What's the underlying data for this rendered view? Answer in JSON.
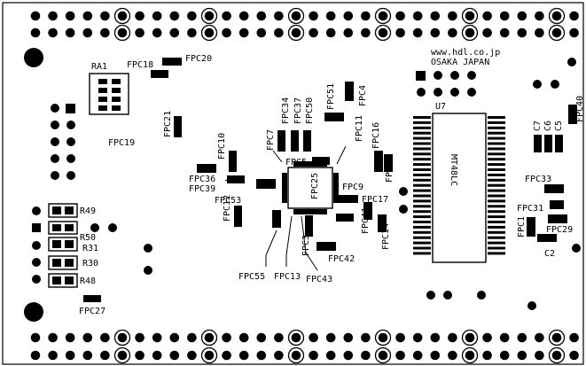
{
  "board": {
    "url_text": "www.hdl.co.jp",
    "location_text": "OSAKA JAPAN",
    "chip_designator": "U7",
    "chip_part": "MT48LC",
    "resistor_array": "RA1"
  },
  "labels": {
    "fpc18": "FPC18",
    "fpc20": "FPC20",
    "fpc21": "FPC21",
    "fpc19": "FPC19",
    "fpc34": "FPC34",
    "fpc37": "FPC37",
    "fpc50": "FPC50",
    "fpc51": "FPC51",
    "fpc4": "FPC4",
    "fpc7": "FPC7",
    "fpc10": "FPC10",
    "fpc11": "FPC11",
    "fpc16": "FPC16",
    "fpc23": "FPC23",
    "fpc5": "FPC5",
    "fpc25": "FPC25",
    "fpc9": "FPC9",
    "fpc17": "FPC17",
    "fpc36": "FPC36",
    "fpc39": "FPC39",
    "fpc53": "FPC53",
    "fpc12": "FPC12",
    "fpc41": "FPC41",
    "fpc14": "FPC14",
    "fpc3": "FPC3",
    "fpc42": "FPC42",
    "fpc55": "FPC55",
    "fpc13": "FPC13",
    "fpc43": "FPC43",
    "fpc27": "FPC27",
    "fpc40": "FPC40",
    "fpc33": "FPC33",
    "fpc31": "FPC31",
    "fpc1": "FPC1",
    "fpc29": "FPC29",
    "c2": "C2",
    "c7": "C7",
    "c6": "C6",
    "c5": "C5",
    "r49": "R49",
    "r50": "R50",
    "r31": "R31",
    "r30": "R30",
    "r48": "R48"
  }
}
